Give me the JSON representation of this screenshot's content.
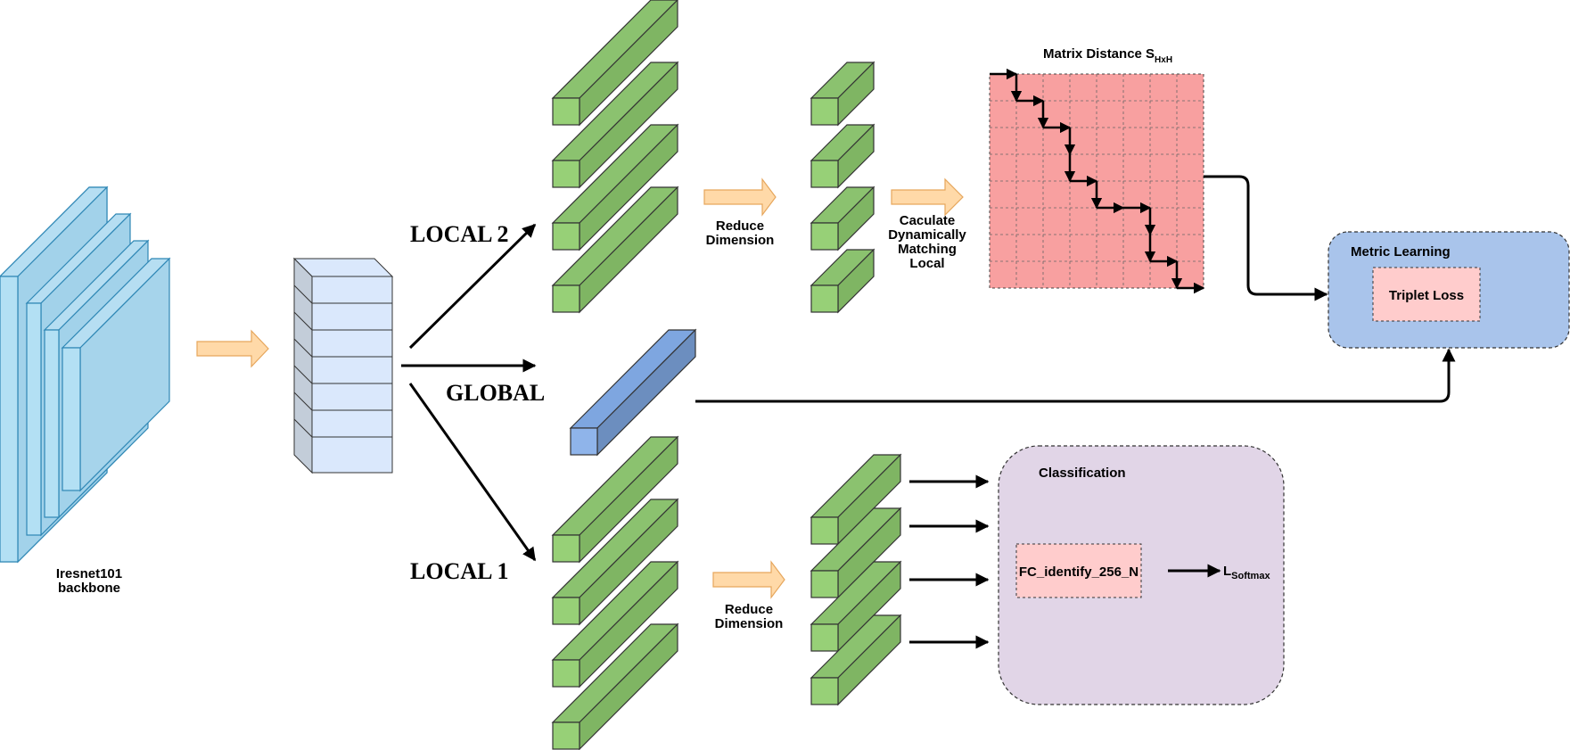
{
  "colors": {
    "green_front": "#97d077",
    "green_top": "#8bc26f",
    "green_side": "#7fb563",
    "blue_feature": "#7ea6e0",
    "blue_feature_dark": "#6c8ebf",
    "backbone": "#a9d8ef",
    "backbone_stroke": "#2e87b5",
    "feature_map": "#dae8fc",
    "matrix_fill": "#f8a0a0",
    "metric_bg": "#a9c4eb",
    "class_bg": "#e1d5e7",
    "loss_box": "#ffcccc",
    "process_arrow": "#ffd9a8",
    "process_arrow_stroke": "#e6a65c"
  },
  "backbone": {
    "line1": "Iresnet101",
    "line2": "backbone"
  },
  "branches": {
    "local2": "LOCAL 2",
    "global": "GLOBAL",
    "local1": "LOCAL 1"
  },
  "steps": {
    "reduce_top": [
      "Reduce",
      "Dimension"
    ],
    "reduce_bottom": [
      "Reduce",
      "Dimension"
    ],
    "calculate": [
      "Caculate",
      "Dynamically",
      "Matching",
      "Local"
    ]
  },
  "matrix": {
    "title_main": "Matrix Distance S",
    "title_sub": "HxH",
    "size": 8
  },
  "metric_learning": {
    "title": "Metric Learning",
    "loss": "Triplet Loss"
  },
  "classification": {
    "title": "Classification",
    "fc": "FC_identify_256_N",
    "output_main": "L",
    "output_sub": "Softmax"
  }
}
